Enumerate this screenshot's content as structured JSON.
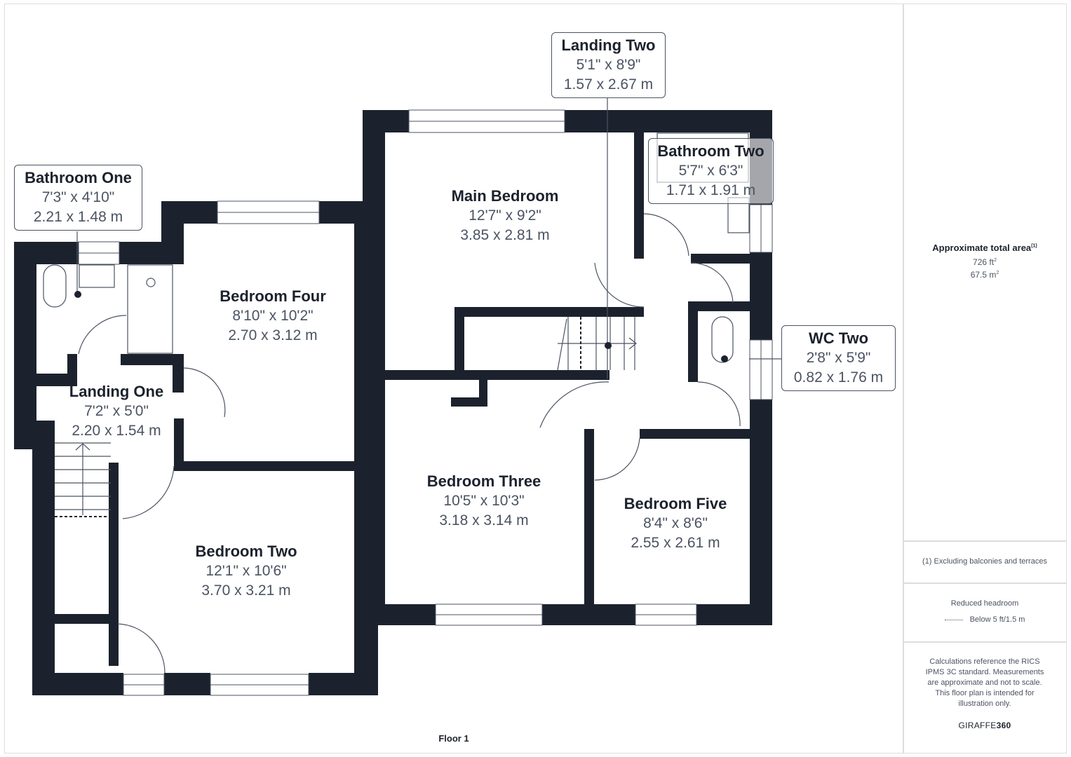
{
  "plan": {
    "floor_label": "Floor 1",
    "colors": {
      "wall": "#1c222d",
      "text_dark": "#1c222d",
      "text_dim": "#4b5362",
      "frame": "#dddddd",
      "background": "#ffffff"
    },
    "rooms": [
      {
        "id": "main-bedroom",
        "name": "Main Bedroom",
        "imperial": "12'7\" x 9'2\"",
        "metric": "3.85 x 2.81 m",
        "callout": false
      },
      {
        "id": "bedroom-two",
        "name": "Bedroom Two",
        "imperial": "12'1\" x 10'6\"",
        "metric": "3.70 x 3.21 m",
        "callout": false
      },
      {
        "id": "bedroom-three",
        "name": "Bedroom Three",
        "imperial": "10'5\" x 10'3\"",
        "metric": "3.18 x 3.14 m",
        "callout": false
      },
      {
        "id": "bedroom-four",
        "name": "Bedroom Four",
        "imperial": "8'10\" x 10'2\"",
        "metric": "2.70 x 3.12 m",
        "callout": false
      },
      {
        "id": "bedroom-five",
        "name": "Bedroom Five",
        "imperial": "8'4\" x 8'6\"",
        "metric": "2.55 x 2.61 m",
        "callout": false
      },
      {
        "id": "landing-one",
        "name": "Landing One",
        "imperial": "7'2\" x 5'0\"",
        "metric": "2.20 x 1.54 m",
        "callout": false
      },
      {
        "id": "landing-two",
        "name": "Landing Two",
        "imperial": "5'1\" x 8'9\"",
        "metric": "1.57 x 2.67 m",
        "callout": true
      },
      {
        "id": "bathroom-one",
        "name": "Bathroom One",
        "imperial": "7'3\" x 4'10\"",
        "metric": "2.21 x 1.48 m",
        "callout": true
      },
      {
        "id": "bathroom-two",
        "name": "Bathroom Two",
        "imperial": "5'7\" x 6'3\"",
        "metric": "1.71 x 1.91 m",
        "callout": true
      },
      {
        "id": "wc-two",
        "name": "WC Two",
        "imperial": "2'8\" x 5'9\"",
        "metric": "0.82 x 1.76 m",
        "callout": true
      }
    ]
  },
  "sidebar": {
    "area_title": "Approximate total area",
    "area_footnote_mark": "(1)",
    "area_ft": "726 ft",
    "area_m": "67.5 m",
    "unit_sup": "2",
    "footnote": "(1) Excluding balconies and terraces",
    "headroom_title": "Reduced headroom",
    "headroom_legend": "Below 5 ft/1.5 m",
    "disclaimer": "Calculations reference the RICS IPMS 3C standard. Measurements are approximate and not to scale. This floor plan is intended for illustration only.",
    "brand_light": "GIRAFFE",
    "brand_bold": "360"
  }
}
